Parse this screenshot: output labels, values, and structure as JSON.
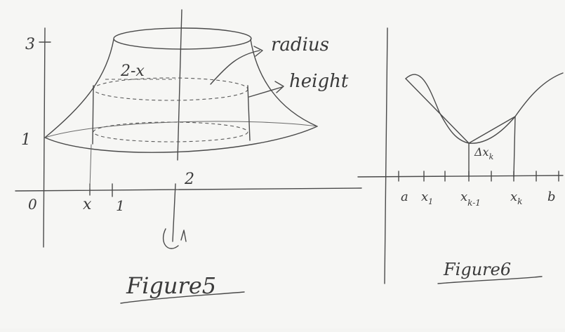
{
  "figure5": {
    "caption": "Figure5",
    "y_tick_3": "3",
    "y_tick_1": "1",
    "x_origin": "0",
    "x_x": "x",
    "x_1": "1",
    "x_2": "2",
    "shell_radius": "2-x",
    "label_radius": "radius",
    "label_height": "height"
  },
  "figure6": {
    "caption": "Figure6",
    "x_a": "a",
    "x_x1": "x",
    "x_x1_sub": "1",
    "x_xk1": "x",
    "x_xk1_sub": "k-1",
    "x_xk": "x",
    "x_xk_sub": "k",
    "x_b": "b",
    "delta": "Δx",
    "delta_sub": "k"
  }
}
